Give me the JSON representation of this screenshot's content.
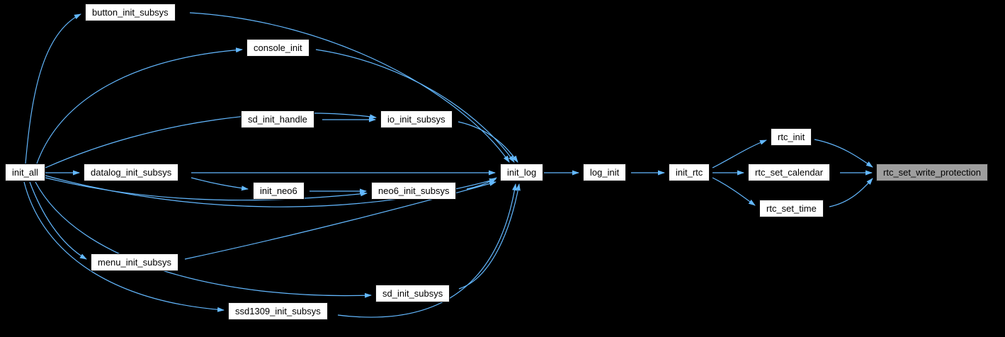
{
  "diagram": {
    "type": "call-graph",
    "colors": {
      "background": "#000000",
      "node_bg": "#ffffff",
      "node_border": "#141414",
      "node_text": "#000000",
      "highlight_bg": "#9e9e9e",
      "edge": "#63b8ff"
    },
    "nodes": [
      {
        "id": "init_all",
        "label": "init_all",
        "highlighted": false
      },
      {
        "id": "button_init_subsys",
        "label": "button_init_subsys",
        "highlighted": false
      },
      {
        "id": "console_init",
        "label": "console_init",
        "highlighted": false
      },
      {
        "id": "sd_init_handle",
        "label": "sd_init_handle",
        "highlighted": false
      },
      {
        "id": "io_init_subsys",
        "label": "io_init_subsys",
        "highlighted": false
      },
      {
        "id": "datalog_init_subsys",
        "label": "datalog_init_subsys",
        "highlighted": false
      },
      {
        "id": "init_neo6",
        "label": "init_neo6",
        "highlighted": false
      },
      {
        "id": "neo6_init_subsys",
        "label": "neo6_init_subsys",
        "highlighted": false
      },
      {
        "id": "menu_init_subsys",
        "label": "menu_init_subsys",
        "highlighted": false
      },
      {
        "id": "sd_init_subsys",
        "label": "sd_init_subsys",
        "highlighted": false
      },
      {
        "id": "ssd1309_init_subsys",
        "label": "ssd1309_init_subsys",
        "highlighted": false
      },
      {
        "id": "init_log",
        "label": "init_log",
        "highlighted": false
      },
      {
        "id": "log_init",
        "label": "log_init",
        "highlighted": false
      },
      {
        "id": "init_rtc",
        "label": "init_rtc",
        "highlighted": false
      },
      {
        "id": "rtc_init",
        "label": "rtc_init",
        "highlighted": false
      },
      {
        "id": "rtc_set_calendar",
        "label": "rtc_set_calendar",
        "highlighted": false
      },
      {
        "id": "rtc_set_time",
        "label": "rtc_set_time",
        "highlighted": false
      },
      {
        "id": "rtc_set_write_protection",
        "label": "rtc_set_write_protection",
        "highlighted": true
      }
    ],
    "edges": [
      {
        "from": "init_all",
        "to": "button_init_subsys"
      },
      {
        "from": "init_all",
        "to": "console_init"
      },
      {
        "from": "init_all",
        "to": "io_init_subsys"
      },
      {
        "from": "init_all",
        "to": "datalog_init_subsys"
      },
      {
        "from": "init_all",
        "to": "neo6_init_subsys"
      },
      {
        "from": "init_all",
        "to": "menu_init_subsys"
      },
      {
        "from": "init_all",
        "to": "sd_init_subsys"
      },
      {
        "from": "init_all",
        "to": "ssd1309_init_subsys"
      },
      {
        "from": "init_all",
        "to": "init_log"
      },
      {
        "from": "button_init_subsys",
        "to": "init_log"
      },
      {
        "from": "console_init",
        "to": "init_log"
      },
      {
        "from": "sd_init_handle",
        "to": "io_init_subsys"
      },
      {
        "from": "io_init_subsys",
        "to": "init_log"
      },
      {
        "from": "datalog_init_subsys",
        "to": "init_log"
      },
      {
        "from": "datalog_init_subsys",
        "to": "init_neo6"
      },
      {
        "from": "init_neo6",
        "to": "neo6_init_subsys"
      },
      {
        "from": "neo6_init_subsys",
        "to": "init_log"
      },
      {
        "from": "menu_init_subsys",
        "to": "init_log"
      },
      {
        "from": "sd_init_subsys",
        "to": "init_log"
      },
      {
        "from": "ssd1309_init_subsys",
        "to": "init_log"
      },
      {
        "from": "init_log",
        "to": "log_init"
      },
      {
        "from": "log_init",
        "to": "init_rtc"
      },
      {
        "from": "init_rtc",
        "to": "rtc_init"
      },
      {
        "from": "init_rtc",
        "to": "rtc_set_calendar"
      },
      {
        "from": "init_rtc",
        "to": "rtc_set_time"
      },
      {
        "from": "rtc_init",
        "to": "rtc_set_write_protection"
      },
      {
        "from": "rtc_set_calendar",
        "to": "rtc_set_write_protection"
      },
      {
        "from": "rtc_set_time",
        "to": "rtc_set_write_protection"
      }
    ]
  }
}
